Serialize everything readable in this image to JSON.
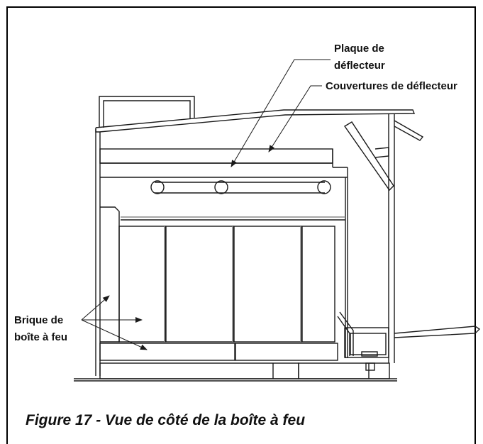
{
  "labels": {
    "baffle_plate_line1": "Plaque de",
    "baffle_plate_line2": "déflecteur",
    "baffle_covers": "Couvertures de déflecteur",
    "firebrick_line1": "Brique de",
    "firebrick_line2": "boîte à feu"
  },
  "caption": "Figure 17 - Vue de côté de la boîte à feu",
  "colors": {
    "line": "#1a1a1a",
    "frame": "#000000",
    "light_line": "#8a8a8a",
    "background": "#ffffff"
  }
}
